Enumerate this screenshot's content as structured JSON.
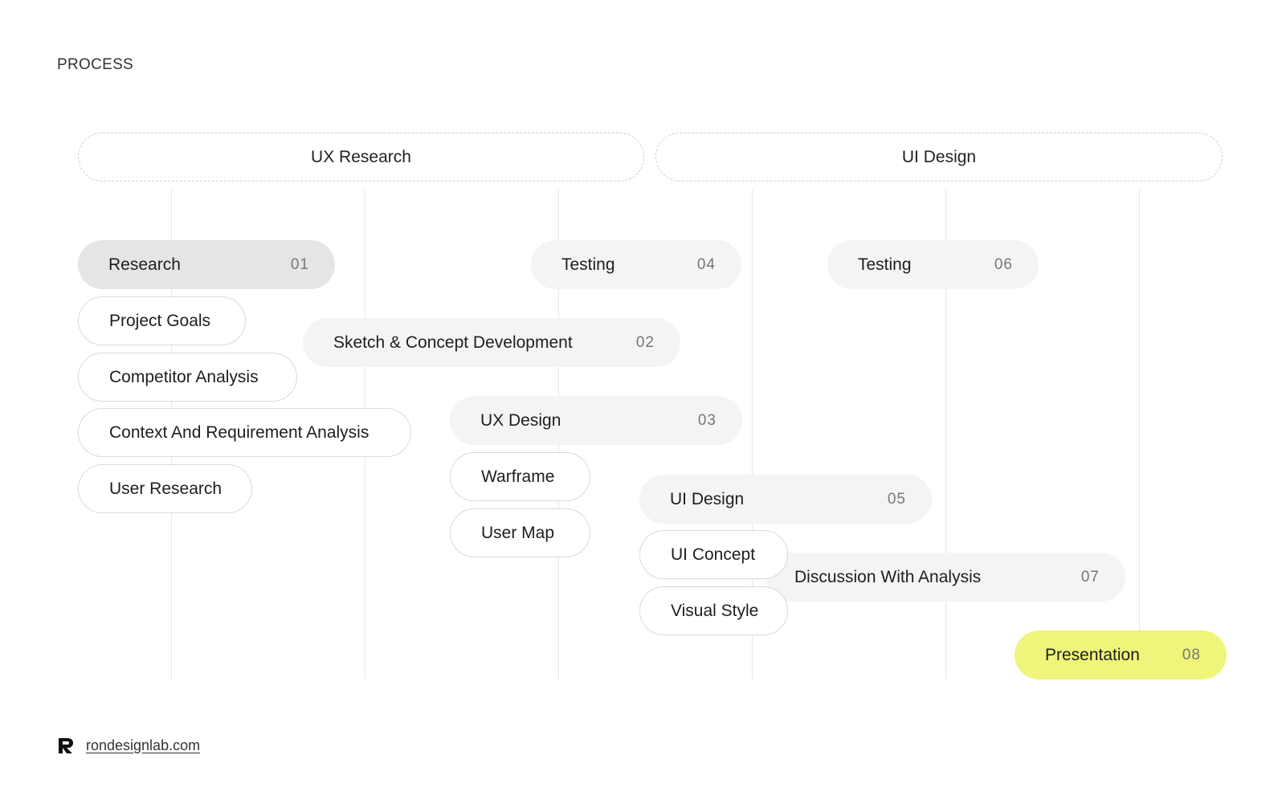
{
  "title": "PROCESS",
  "phases": [
    {
      "label": "UX Research"
    },
    {
      "label": "UI Design"
    }
  ],
  "steps": [
    {
      "label": "Research",
      "num": "01"
    },
    {
      "label": "Sketch & Concept Development",
      "num": "02"
    },
    {
      "label": "UX Design",
      "num": "03"
    },
    {
      "label": "Testing",
      "num": "04"
    },
    {
      "label": "UI Design",
      "num": "05"
    },
    {
      "label": "Testing",
      "num": "06"
    },
    {
      "label": "Discussion With Analysis",
      "num": "07"
    },
    {
      "label": "Presentation",
      "num": "08"
    }
  ],
  "tasks": {
    "research": [
      "Project Goals",
      "Competitor Analysis",
      "Context And Requirement Analysis",
      "User Research"
    ],
    "ux_design": [
      "Warframe",
      "User Map"
    ],
    "ui_design": [
      "UI Concept",
      "Visual Style"
    ]
  },
  "colors": {
    "highlight": "#eff57a",
    "active_step": "#e5e5e5",
    "step": "#f4f4f4"
  },
  "footer": {
    "logo_icon": "r-logo-icon",
    "website": "rondesignlab.com"
  }
}
